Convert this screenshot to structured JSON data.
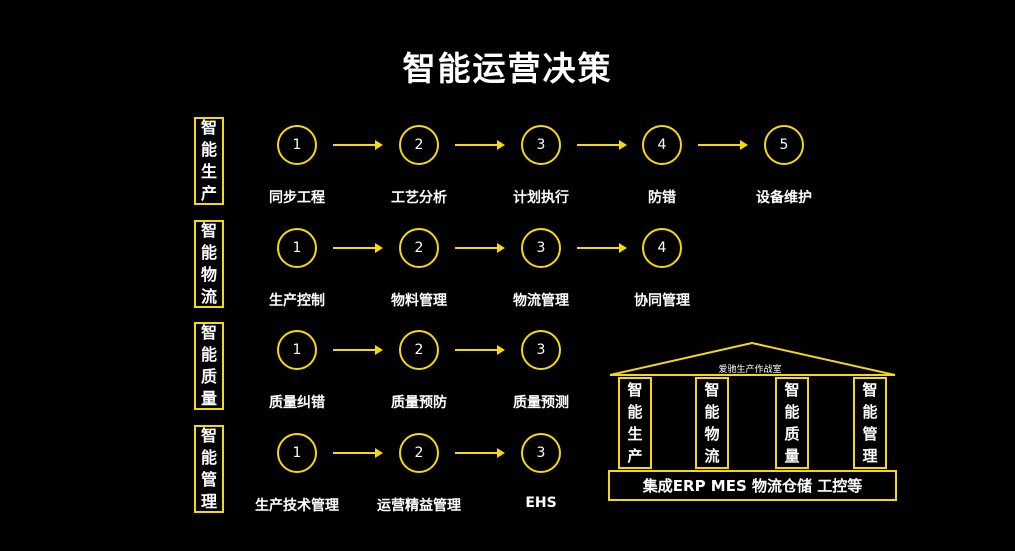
{
  "title": "智能运营决策",
  "rows": [
    {
      "label": [
        "智",
        "能",
        "生",
        "产"
      ],
      "steps": [
        {
          "num": "1",
          "label": "同步工程"
        },
        {
          "num": "2",
          "label": "工艺分析"
        },
        {
          "num": "3",
          "label": "计划执行"
        },
        {
          "num": "4",
          "label": "防错"
        },
        {
          "num": "5",
          "label": "设备维护"
        }
      ]
    },
    {
      "label": [
        "智",
        "能",
        "物",
        "流"
      ],
      "steps": [
        {
          "num": "1",
          "label": "生产控制"
        },
        {
          "num": "2",
          "label": "物料管理"
        },
        {
          "num": "3",
          "label": "物流管理"
        },
        {
          "num": "4",
          "label": "协同管理"
        }
      ]
    },
    {
      "label": [
        "智",
        "能",
        "质",
        "量"
      ],
      "steps": [
        {
          "num": "1",
          "label": "质量纠错"
        },
        {
          "num": "2",
          "label": "质量预防"
        },
        {
          "num": "3",
          "label": "质量预测"
        }
      ]
    },
    {
      "label": [
        "智",
        "能",
        "管",
        "理"
      ],
      "steps": [
        {
          "num": "1",
          "label": "生产技术管理"
        },
        {
          "num": "2",
          "label": "运营精益管理"
        },
        {
          "num": "3",
          "label": "EHS"
        }
      ]
    }
  ],
  "temple": {
    "roof": "爱驰生产作战室",
    "pillars": [
      [
        "智",
        "能",
        "生",
        "产"
      ],
      [
        "智",
        "能",
        "物",
        "流"
      ],
      [
        "智",
        "能",
        "质",
        "量"
      ],
      [
        "智",
        "能",
        "管",
        "理"
      ]
    ],
    "base": "集成ERP MES 物流仓储 工控等"
  },
  "colors": {
    "accent": "#f5d90a",
    "background": "#000000",
    "text": "#ffffff"
  }
}
